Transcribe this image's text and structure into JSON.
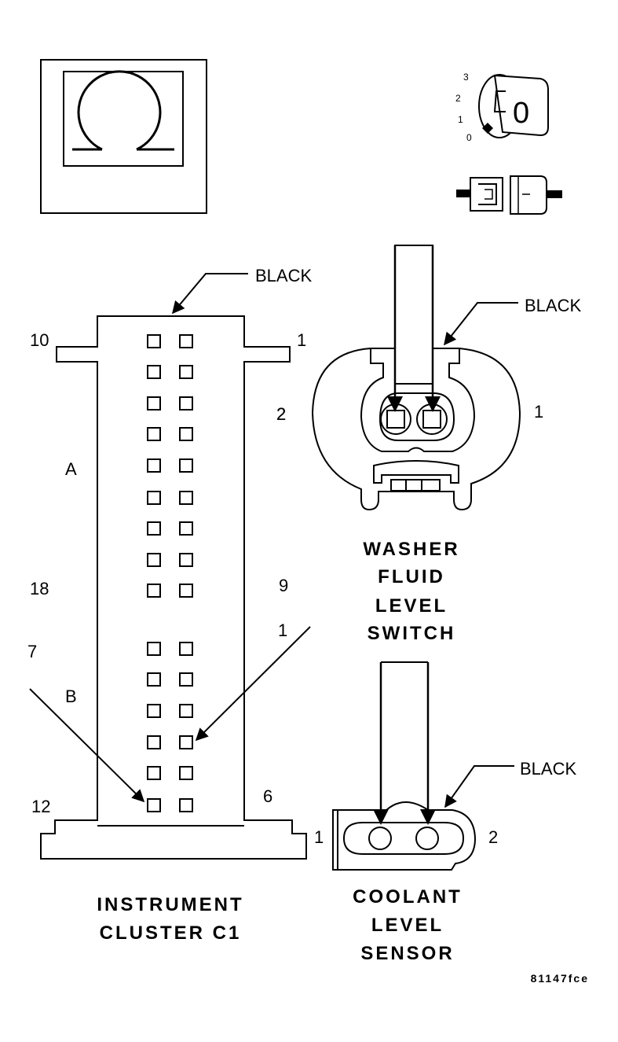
{
  "ohm_box": {
    "symbol": "Ω"
  },
  "ignition_key": {
    "positions": [
      "3",
      "2",
      "1",
      "0"
    ],
    "key_label": "0"
  },
  "instrument_cluster": {
    "color_label": "BLACK",
    "title_line1": "INSTRUMENT",
    "title_line2": "CLUSTER C1",
    "pin_labels": {
      "top_left": "10",
      "top_right": "1",
      "a_upper_right": "2",
      "section_a": "A",
      "a_lower_left": "18",
      "a_lower_right": "9",
      "b_upper_right": "1",
      "b_upper_left": "7",
      "section_b": "B",
      "bottom_left": "12",
      "bottom_right": "6"
    }
  },
  "washer_switch": {
    "color_label": "BLACK",
    "pin_left": "2",
    "pin_right": "1",
    "title_line1": "WASHER",
    "title_line2": "FLUID",
    "title_line3": "LEVEL",
    "title_line4": "SWITCH"
  },
  "coolant_sensor": {
    "color_label": "BLACK",
    "pin_left": "1",
    "pin_right": "2",
    "title_line1": "COOLANT",
    "title_line2": "LEVEL",
    "title_line3": "SENSOR"
  },
  "figure_code": "81147fce"
}
